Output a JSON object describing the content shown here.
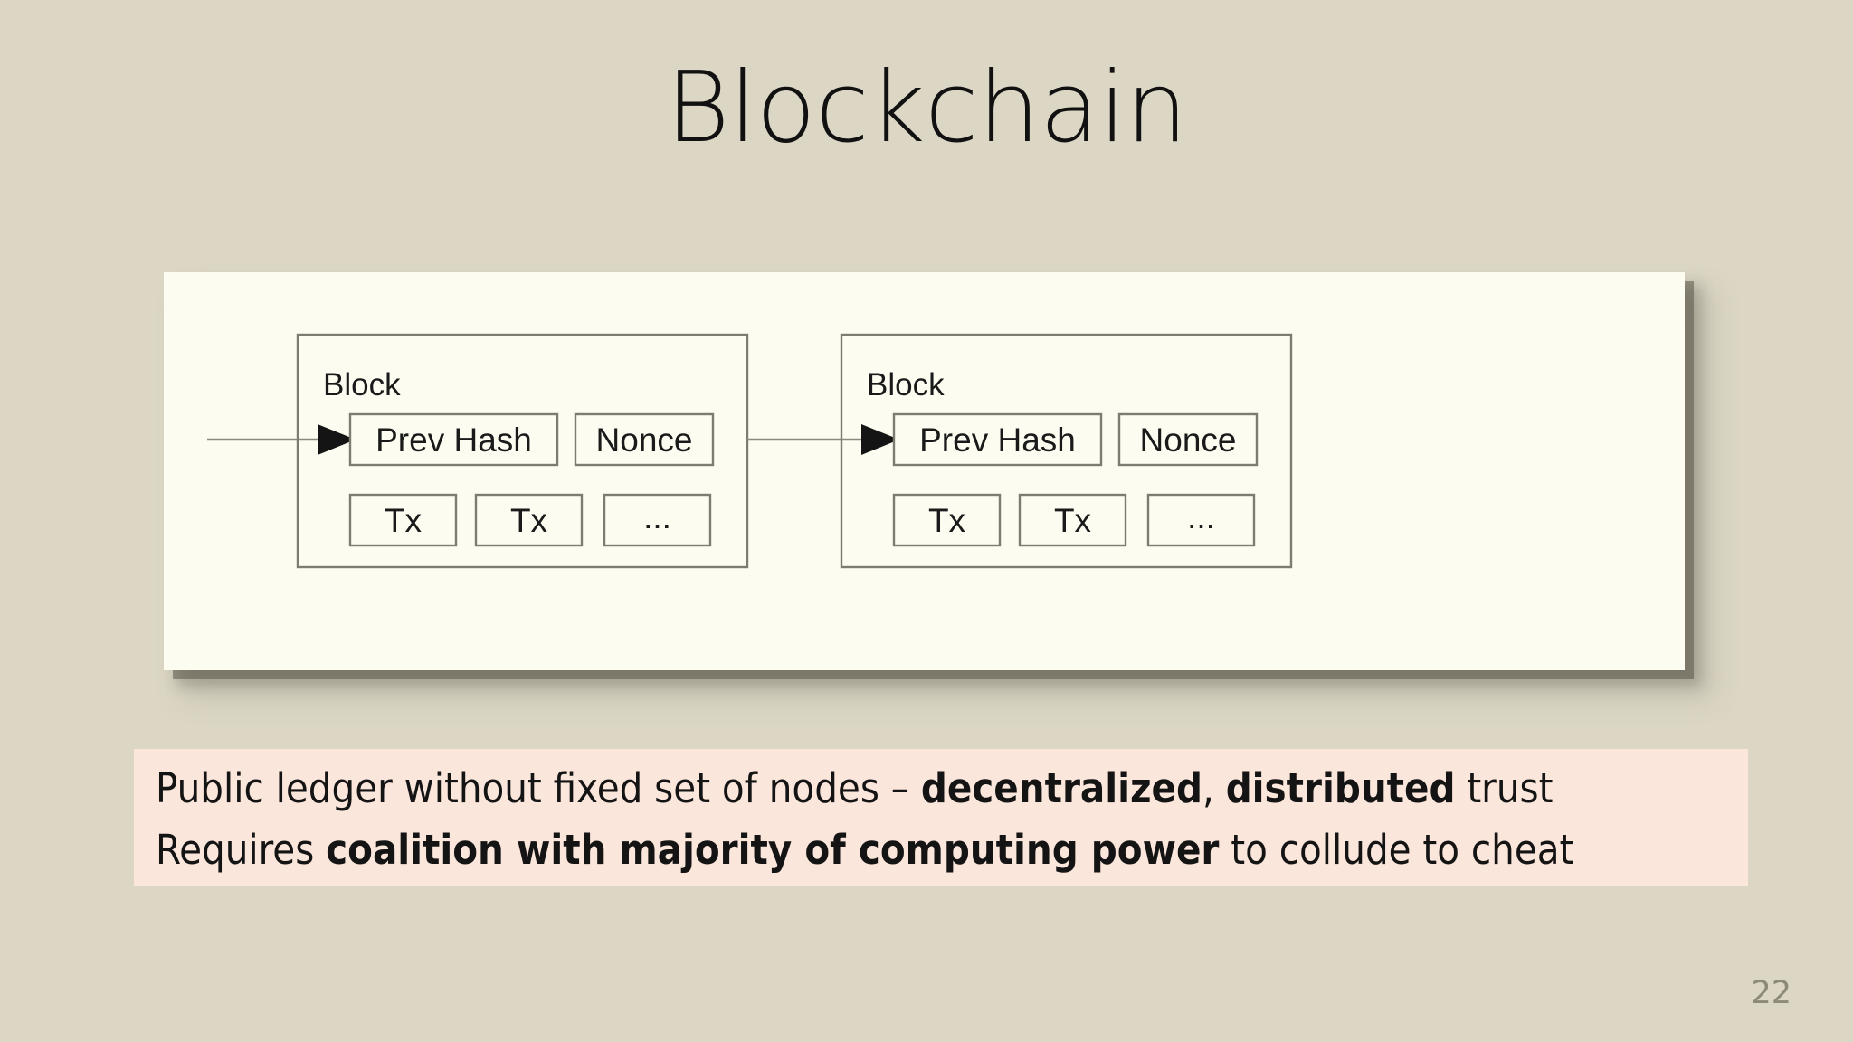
{
  "slide": {
    "title": "Blockchain",
    "page_number": "22",
    "background_color": "#DCD7C5",
    "title_color": "#111111",
    "page_number_color": "#8E8A78"
  },
  "diagram": {
    "panel_background": "#FCFCF0",
    "line_color": "#7d7c70",
    "arrow_color": "#141414",
    "blocks": [
      {
        "label": "Block",
        "header_row": [
          {
            "label": "Prev Hash"
          },
          {
            "label": "Nonce"
          }
        ],
        "tx_row": [
          {
            "label": "Tx"
          },
          {
            "label": "Tx"
          },
          {
            "label": "..."
          }
        ]
      },
      {
        "label": "Block",
        "header_row": [
          {
            "label": "Prev Hash"
          },
          {
            "label": "Nonce"
          }
        ],
        "tx_row": [
          {
            "label": "Tx"
          },
          {
            "label": "Tx"
          },
          {
            "label": "..."
          }
        ]
      }
    ],
    "connectors": [
      {
        "name": "incoming-arrow-to-block-1"
      },
      {
        "name": "arrow-block-1-to-block-2"
      }
    ]
  },
  "caption": {
    "background_color": "#FBE6DC",
    "line1": {
      "part1": "Public ledger without fixed set of nodes – ",
      "bold1": "decentralized",
      "part2": ", ",
      "bold2": "distributed",
      "part3": " trust"
    },
    "line2": {
      "part1": "Requires ",
      "bold1": "coalition with majority of computing power",
      "part2": " to collude to cheat"
    }
  }
}
